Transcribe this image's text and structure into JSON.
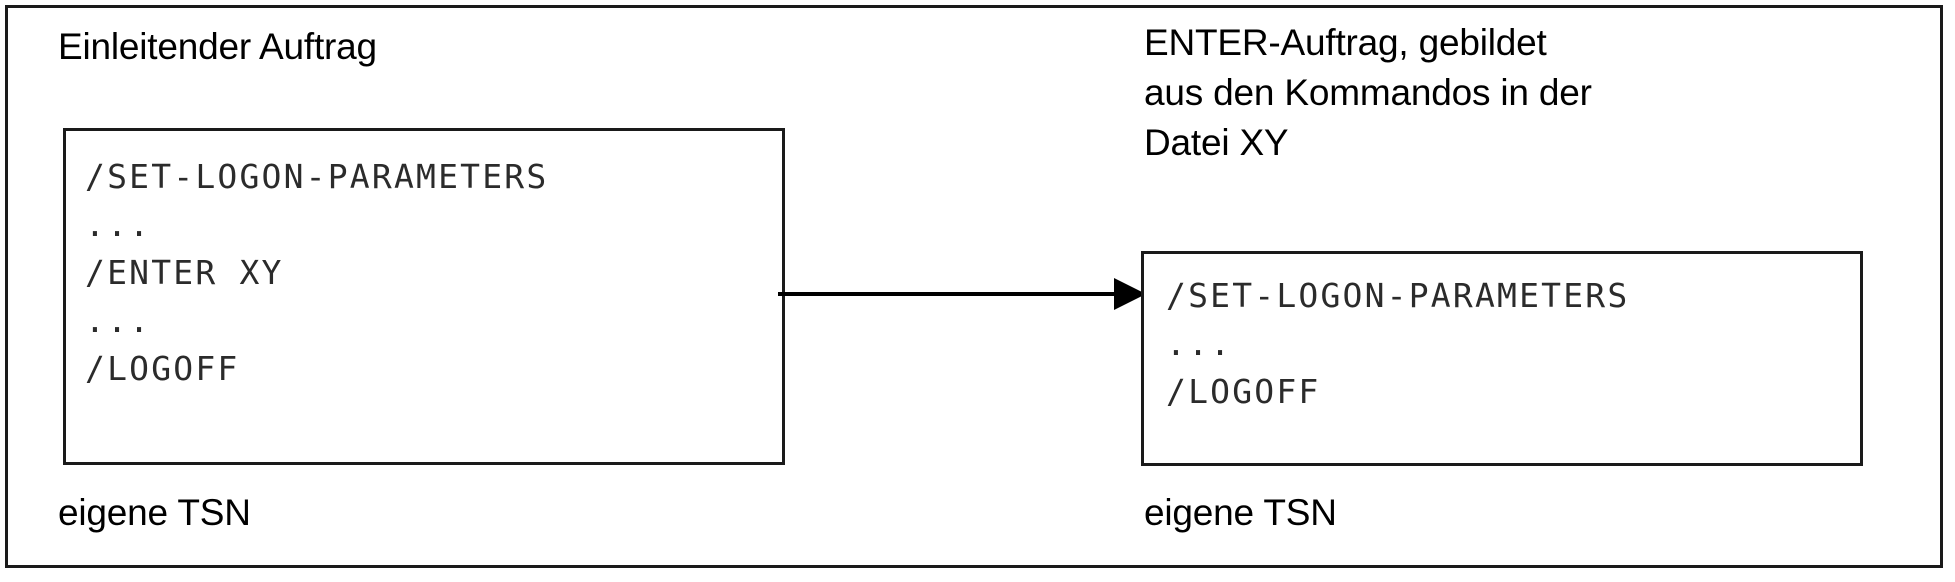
{
  "figure": {
    "frame_color": "#1a1a1a",
    "background": "#ffffff"
  },
  "left": {
    "heading": "Einleitender Auftrag",
    "code_box": {
      "lines": [
        "/SET-LOGON-PARAMETERS",
        "...",
        "/ENTER XY",
        "...",
        "/LOGOFF"
      ],
      "text": "/SET-LOGON-PARAMETERS\n...\n/ENTER XY\n...\n/LOGOFF"
    },
    "footer_label": "eigene TSN"
  },
  "arrow": {
    "name": "flow-arrow",
    "direction": "right",
    "color": "#000000"
  },
  "right": {
    "heading": "ENTER-Auftrag, gebildet\naus den Kommandos in der\nDatei XY",
    "heading_lines": [
      "ENTER-Auftrag, gebildet",
      "aus den Kommandos in der",
      "Datei XY"
    ],
    "code_box": {
      "lines": [
        "/SET-LOGON-PARAMETERS",
        "...",
        "/LOGOFF"
      ],
      "text": "/SET-LOGON-PARAMETERS\n...\n/LOGOFF"
    },
    "footer_label": "eigene TSN"
  }
}
